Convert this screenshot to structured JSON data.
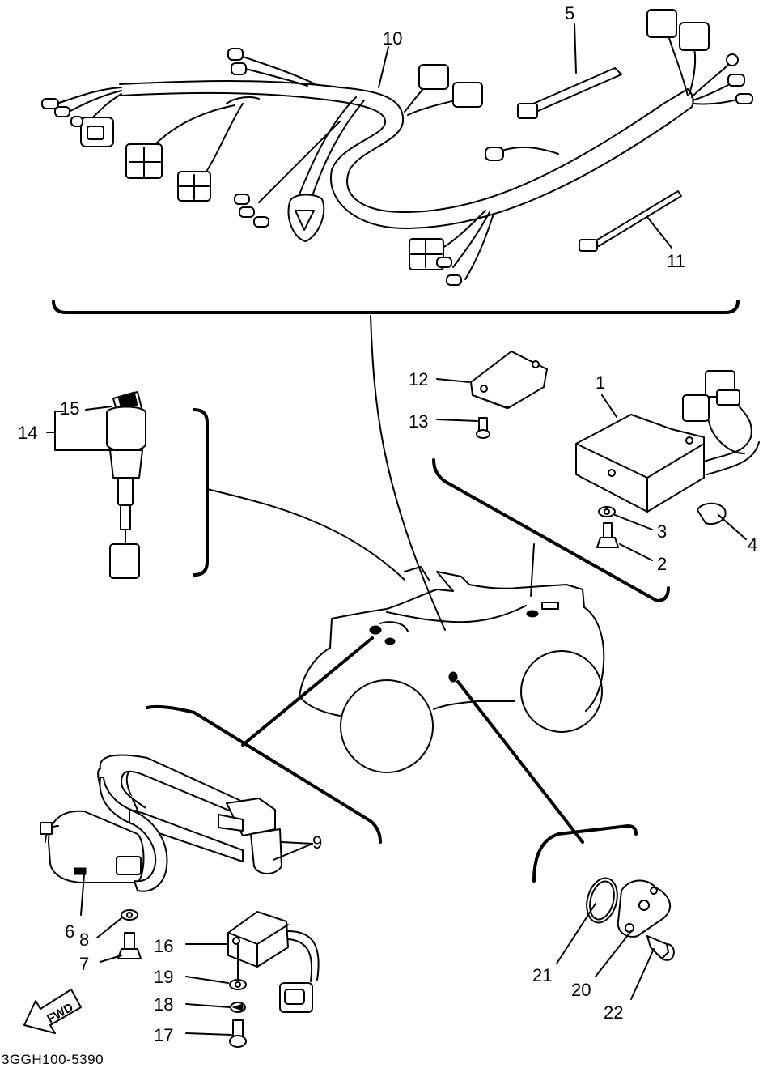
{
  "callouts": {
    "c1": "1",
    "c2": "2",
    "c3": "3",
    "c4": "4",
    "c5": "5",
    "c6": "6",
    "c7": "7",
    "c8": "8",
    "c9": "9",
    "c10": "10",
    "c11": "11",
    "c12": "12",
    "c13": "13",
    "c14": "14",
    "c15": "15",
    "c16": "16",
    "c17": "17",
    "c18": "18",
    "c19": "19",
    "c20": "20",
    "c21": "21",
    "c22": "22"
  },
  "fwd_label": "FWD",
  "drawing_code": "3GGH100-5390"
}
